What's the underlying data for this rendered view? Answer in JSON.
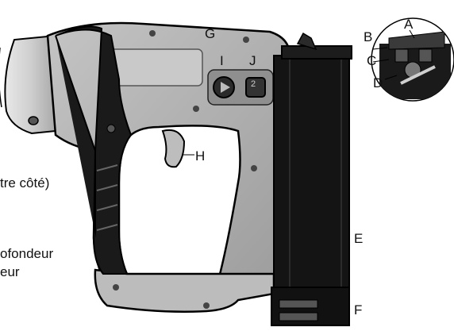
{
  "callouts": {
    "a": "A",
    "b": "B",
    "c": "C",
    "d": "D",
    "e": "E",
    "f": "F",
    "g": "G",
    "h": "H",
    "i": "I",
    "j": "J"
  },
  "button_icon": "2",
  "cut_text": {
    "line1": "tre côté)",
    "line2": "ofondeur",
    "line3": "eur"
  },
  "colors": {
    "body_gray": "#b3b3b3",
    "grip_black": "#1a1a1a",
    "magazine_black": "#141414",
    "outline": "#000000"
  }
}
